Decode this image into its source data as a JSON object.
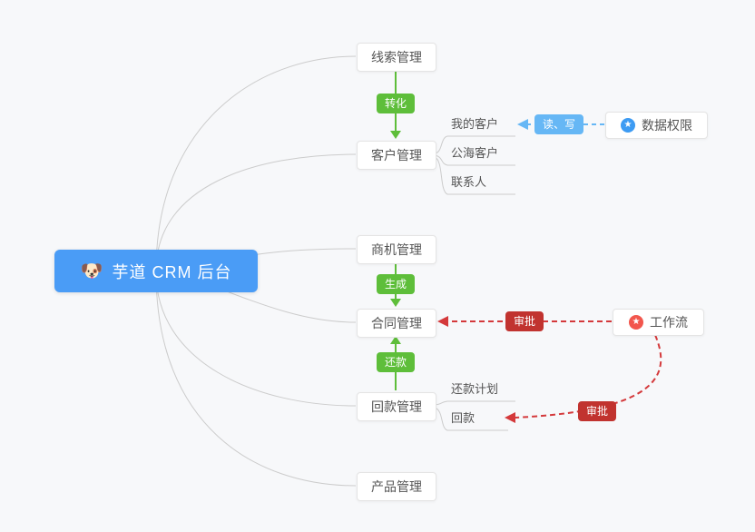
{
  "root": {
    "emoji": "🐶",
    "label": "芋道 CRM 后台"
  },
  "branches": {
    "leads": "线索管理",
    "customers": "客户管理",
    "opportunity": "商机管理",
    "contract": "合同管理",
    "receivable": "回款管理",
    "product": "产品管理"
  },
  "sub_nodes": {
    "my_customers": "我的客户",
    "public_customers": "公海客户",
    "contacts": "联系人",
    "repayment_plan": "还款计划",
    "repayment": "回款"
  },
  "side_nodes": {
    "data_permission": {
      "label": "数据权限",
      "icon": "★"
    },
    "workflow": {
      "label": "工作流",
      "icon": "★"
    }
  },
  "edge_labels": {
    "convert": "转化",
    "generate": "生成",
    "repay": "还款",
    "read_write": "读、写",
    "approve_contract": "审批",
    "approve_receivable": "审批"
  },
  "colors": {
    "root_bg": "#4a9cf6",
    "green": "#5ebe3a",
    "blue_badge": "#66b7f5",
    "red_badge": "#c1332f",
    "red_line": "#d4393b",
    "gray_line": "#cccccc",
    "background": "#f7f8fa"
  }
}
